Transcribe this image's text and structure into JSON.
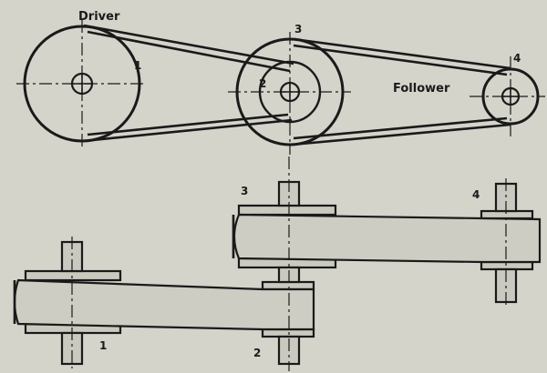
{
  "labels": {
    "driver": "Driver",
    "follower": "Follower",
    "p1_top": "1",
    "p2_top": "2",
    "p3_top": "3",
    "p4_top": "4",
    "p3_side": "3",
    "p4_side": "4",
    "p1_side": "1",
    "p2_side": "2"
  },
  "colors": {
    "ink": "#1a1a1a",
    "paper": "#d4d4cb",
    "fill": "#c9c9c0"
  }
}
